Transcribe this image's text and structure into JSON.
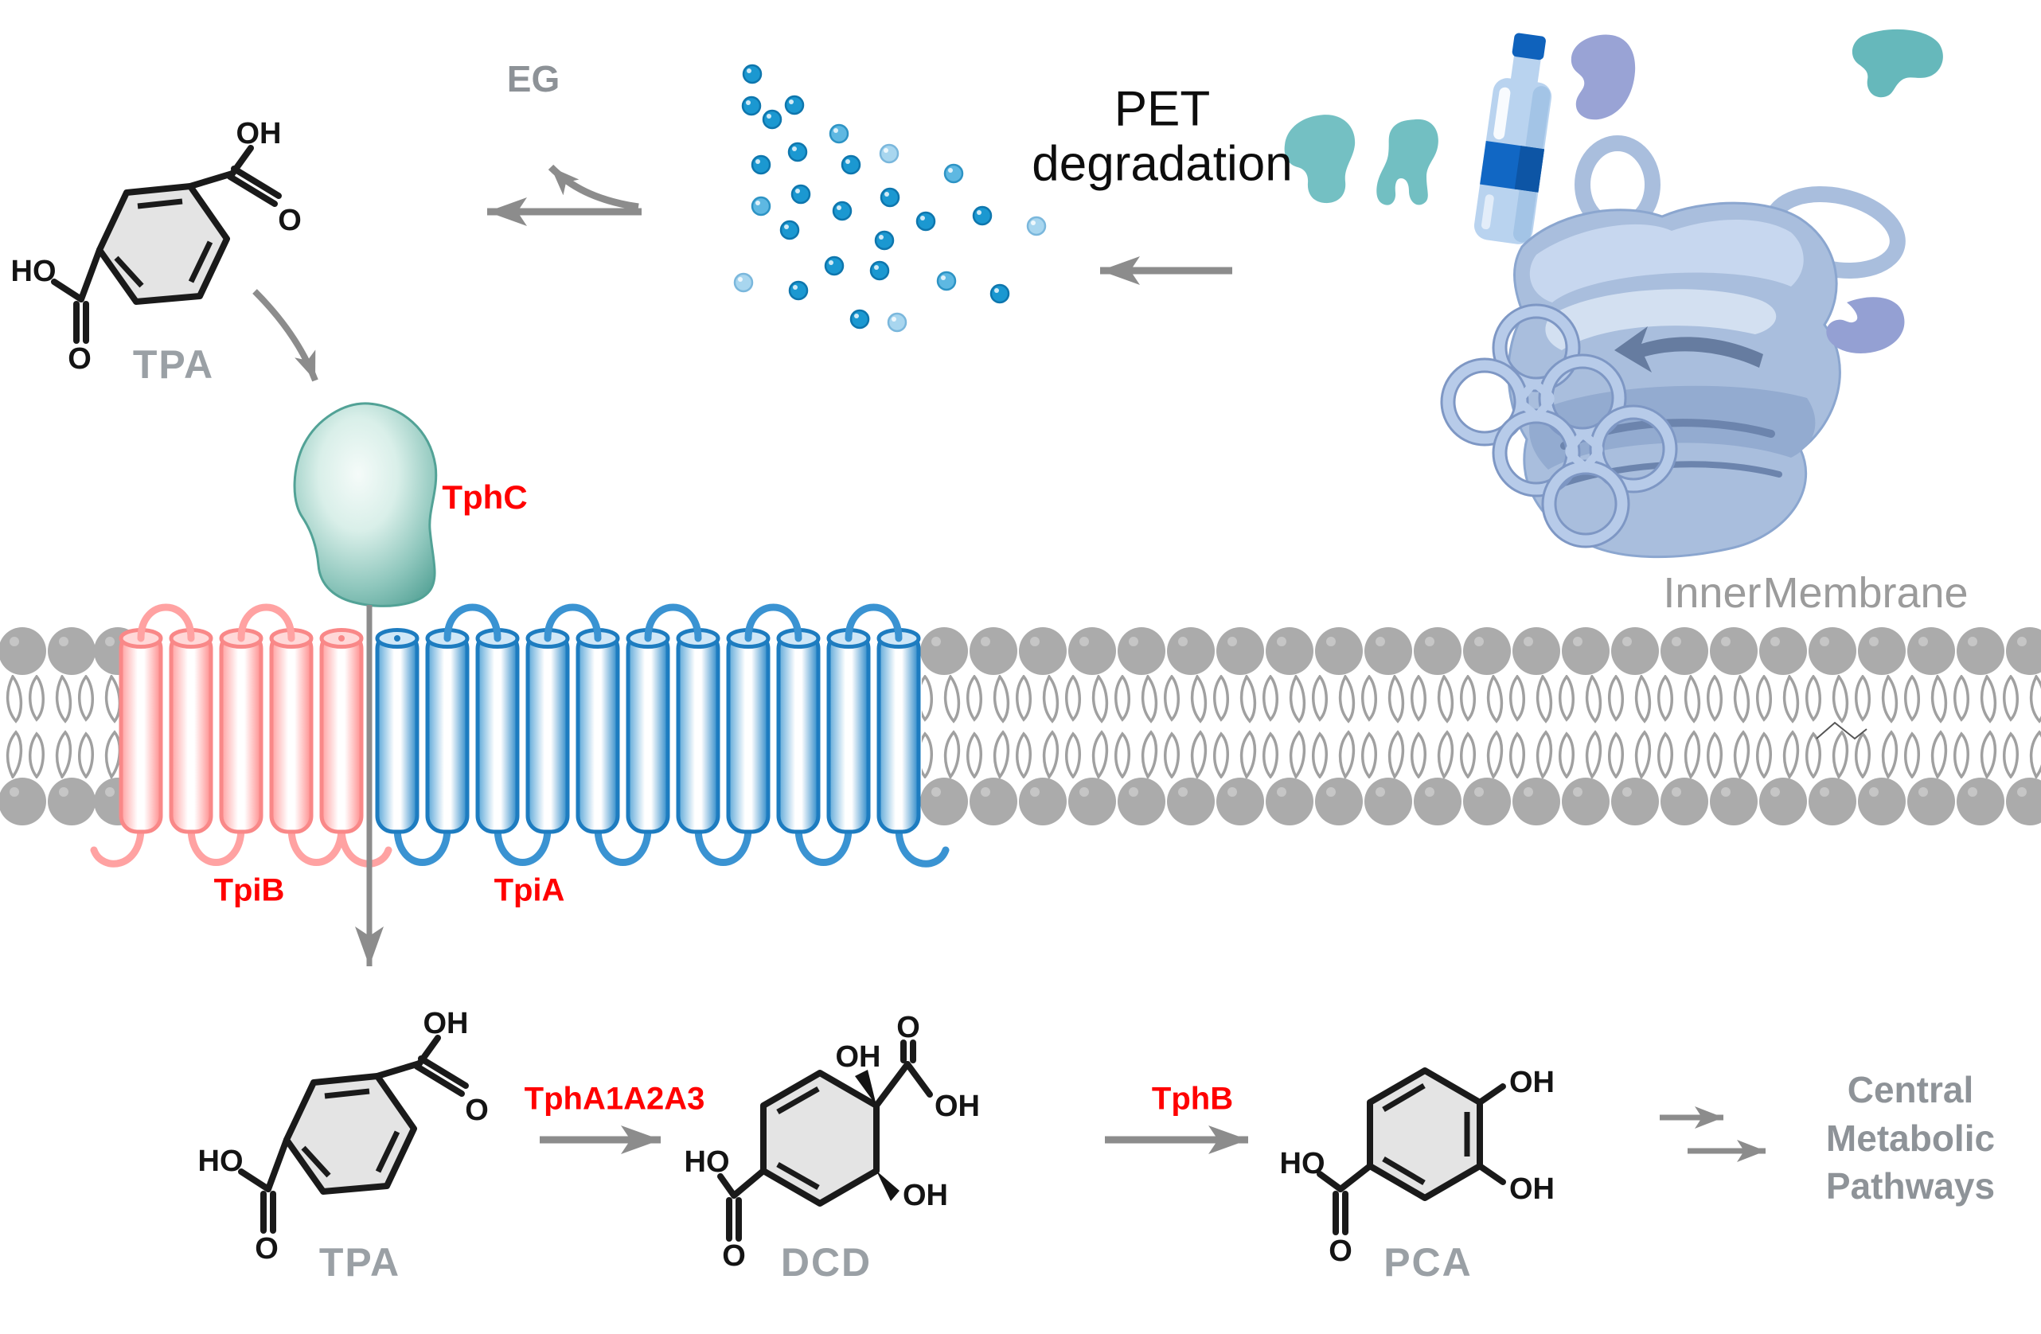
{
  "figure": {
    "pet_line1": "PET",
    "pet_line2": "degradation",
    "eg": "EG",
    "inner_membrane": "Inner Membrane",
    "central_line1": "Central",
    "central_line2": "Metabolic",
    "central_line3": "Pathways"
  },
  "proteins": {
    "tphc": "TphC",
    "tpib": "TpiB",
    "tpia": "TpiA",
    "tpha": "TphA1A2A3",
    "tphb": "TphB"
  },
  "metabolites": {
    "tpa": "TPA",
    "dcd": "DCD",
    "pca": "PCA"
  },
  "chem": {
    "oh": "OH",
    "ho": "HO",
    "o": "O"
  },
  "colors": {
    "red_label": "#ff0000",
    "gray_label": "#9aa0a5",
    "black_text": "#0d0d0d",
    "arrow_gray": "#8c8c8c",
    "membrane_head": "#ababab",
    "helix_pink": "#ff8d8d",
    "helix_blue": "#1d7cc0",
    "tphc_teal": "#4f9f93",
    "dot_blue": "#1b98d1",
    "plastic_blue": "#a9bedd",
    "bottle_blue": "#b9d3ef",
    "bottle_band": "#1167c4",
    "enzyme_teal": "#72bfc2",
    "enzyme_purple": "#99a3d5",
    "ring_fill": "#e4e4e4"
  },
  "monomer_dots": {
    "radius": 11,
    "shades": {
      "m": {
        "fill": "#1b98d1",
        "rim": "#0e76ad"
      },
      "l": {
        "fill": "#5eb8e2",
        "rim": "#2d93c4"
      },
      "xl": {
        "fill": "#a8d6ef",
        "rim": "#7ab7dc"
      }
    },
    "points": [
      [
        945,
        93,
        "m"
      ],
      [
        944,
        133,
        "m"
      ],
      [
        970,
        150,
        "m"
      ],
      [
        998,
        132,
        "m"
      ],
      [
        1054,
        168,
        "l"
      ],
      [
        1002,
        191,
        "m"
      ],
      [
        956,
        207,
        "m"
      ],
      [
        1117,
        193,
        "xl"
      ],
      [
        1069,
        207,
        "m"
      ],
      [
        1198,
        218,
        "l"
      ],
      [
        1006,
        244,
        "m"
      ],
      [
        956,
        259,
        "l"
      ],
      [
        1118,
        248,
        "m"
      ],
      [
        1058,
        265,
        "m"
      ],
      [
        1163,
        278,
        "m"
      ],
      [
        1234,
        271,
        "m"
      ],
      [
        1302,
        284,
        "xl"
      ],
      [
        992,
        289,
        "m"
      ],
      [
        1111,
        302,
        "m"
      ],
      [
        1048,
        334,
        "m"
      ],
      [
        1105,
        340,
        "m"
      ],
      [
        1189,
        353,
        "l"
      ],
      [
        934,
        355,
        "xl"
      ],
      [
        1003,
        365,
        "m"
      ],
      [
        1256,
        369,
        "m"
      ],
      [
        1080,
        401,
        "m"
      ],
      [
        1127,
        405,
        "xl"
      ]
    ]
  }
}
